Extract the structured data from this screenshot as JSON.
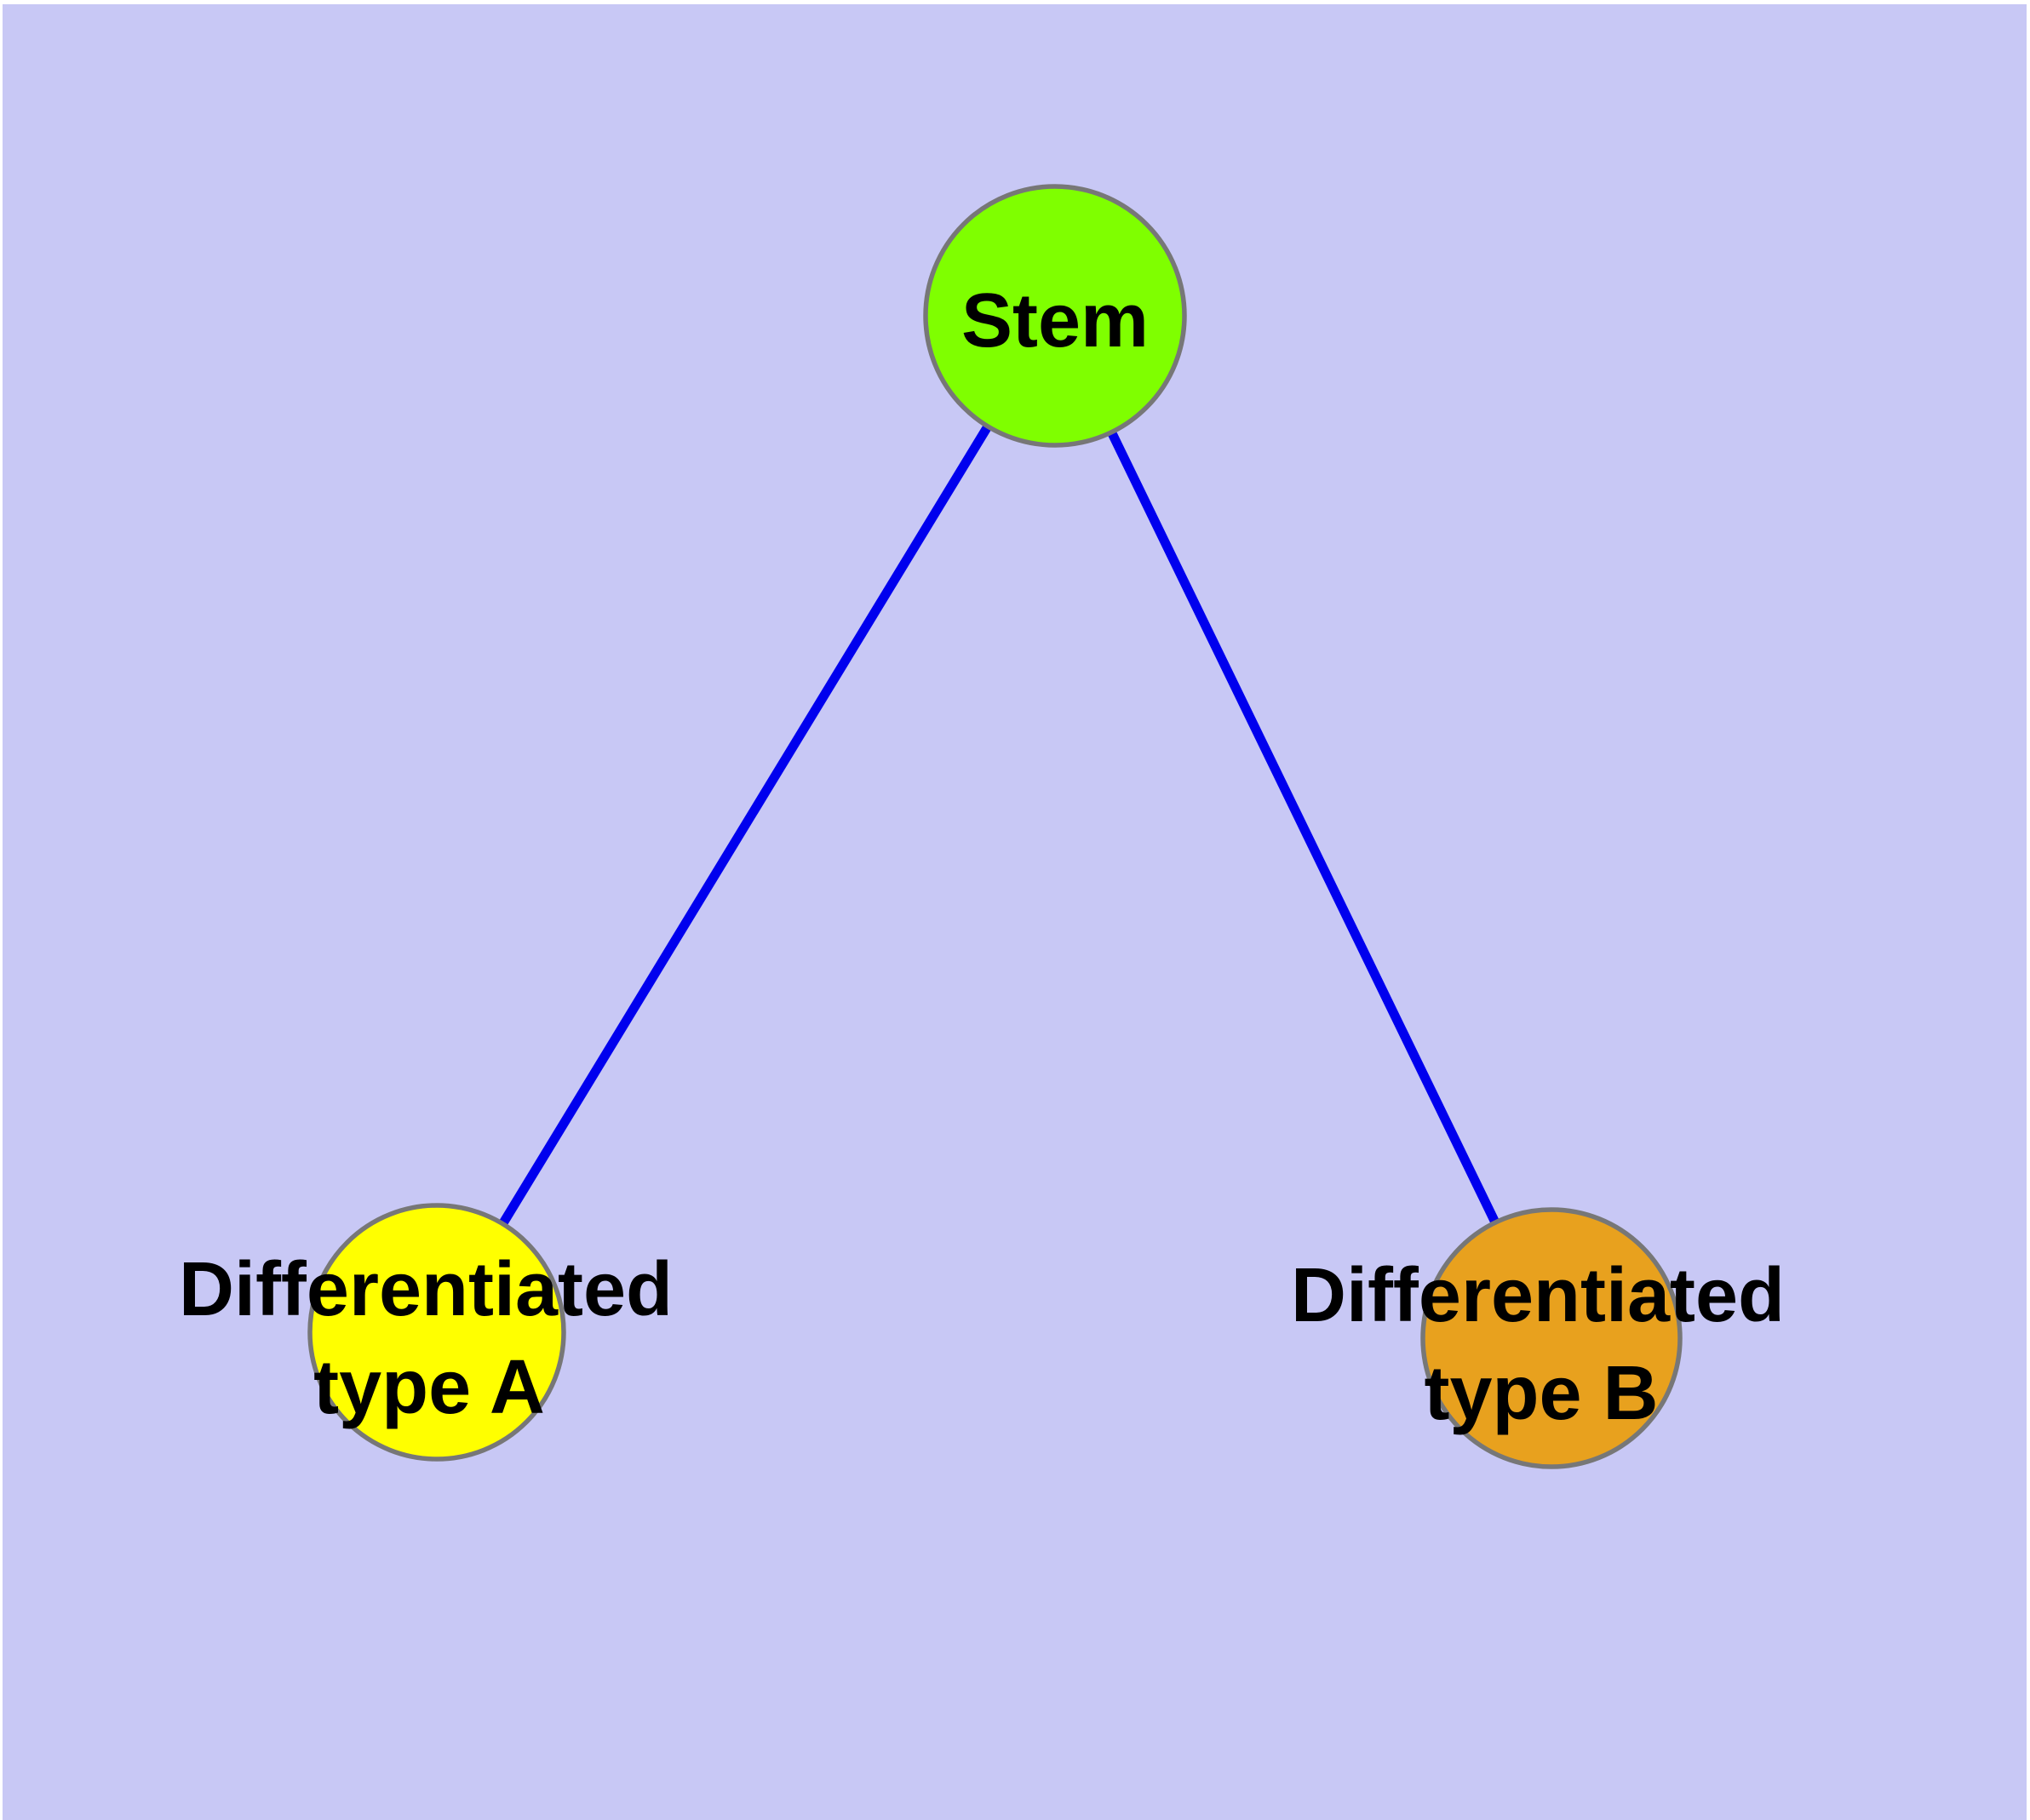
{
  "diagram": {
    "type": "node-link-graph",
    "description": "Stem cell differentiation tree: a stem node connected by two edges to two differentiated cell-type nodes",
    "background_color": "#C8C8F5",
    "margin_color": "#FFFFFF",
    "edge_color": "#0000EE",
    "node_border_color": "#777777",
    "label_color": "#000000",
    "nodes": [
      {
        "id": "stem",
        "label": "Stem",
        "fill": "#7FFF00"
      },
      {
        "id": "differentiated-type-a",
        "label_line1": "Differentiated",
        "label_line2": "type A",
        "fill": "#FFFF00"
      },
      {
        "id": "differentiated-type-b",
        "label_line1": "Differentiated",
        "label_line2": "type B",
        "fill": "#E8A11E"
      }
    ],
    "edges": [
      {
        "from": "Stem",
        "to": "Differentiated type A"
      },
      {
        "from": "Stem",
        "to": "Differentiated type B"
      }
    ]
  }
}
